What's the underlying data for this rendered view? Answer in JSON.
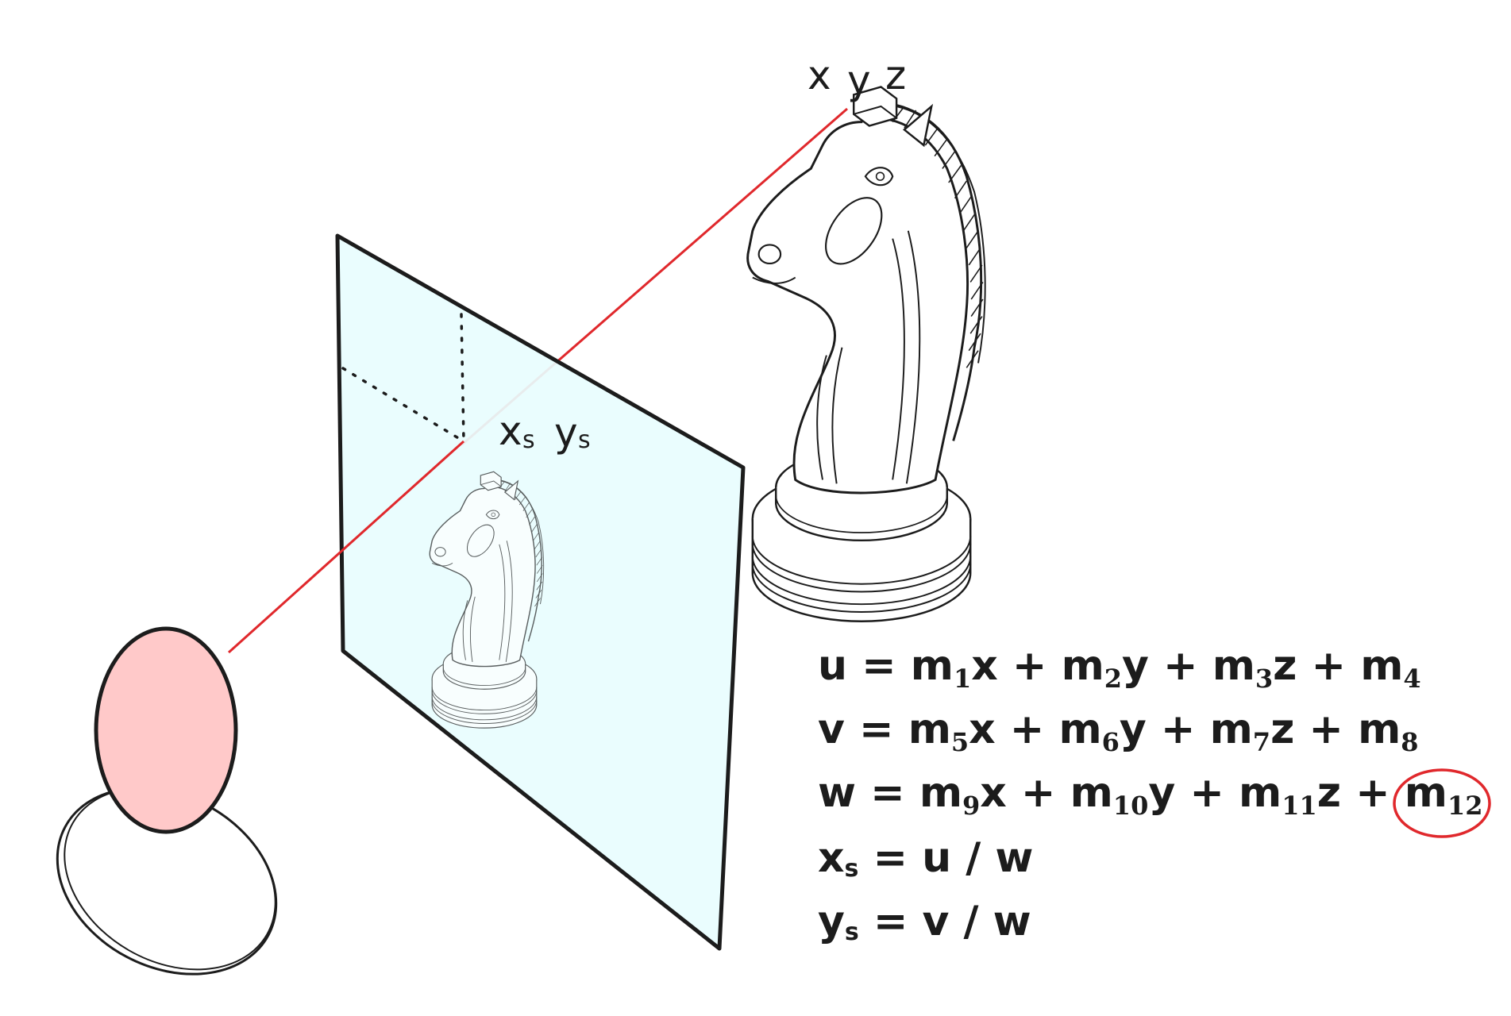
{
  "world_point_label": {
    "x": "x",
    "y": "y",
    "z": "z"
  },
  "screen_point_label": {
    "x": "x",
    "x_sub": "s",
    "y": "y",
    "y_sub": "s"
  },
  "equations": [
    {
      "lhs": "u",
      "terms": [
        [
          "m",
          "1",
          "x"
        ],
        [
          "m",
          "2",
          "y"
        ],
        [
          "m",
          "3",
          "z"
        ],
        [
          "m",
          "4",
          ""
        ]
      ]
    },
    {
      "lhs": "v",
      "terms": [
        [
          "m",
          "5",
          "x"
        ],
        [
          "m",
          "6",
          "y"
        ],
        [
          "m",
          "7",
          "z"
        ],
        [
          "m",
          "8",
          ""
        ]
      ]
    },
    {
      "lhs": "w",
      "terms": [
        [
          "m",
          "9",
          "x"
        ],
        [
          "m",
          "10",
          "y"
        ],
        [
          "m",
          "11",
          "z"
        ],
        [
          "m",
          "12",
          ""
        ]
      ]
    }
  ],
  "division_equations": [
    {
      "lhs": "x",
      "lhs_sub": "s",
      "num": "u",
      "den": "w"
    },
    {
      "lhs": "y",
      "lhs_sub": "s",
      "num": "v",
      "den": "w"
    }
  ],
  "colors": {
    "ray": "#e0282c",
    "highlight_circle": "#e0282c",
    "screen_fill": "#e8fdfe",
    "eye_fill": "#ffc9c9",
    "ink": "#1c1c1c"
  },
  "icons": {
    "chess_piece": "knight",
    "viewer": "eye"
  }
}
